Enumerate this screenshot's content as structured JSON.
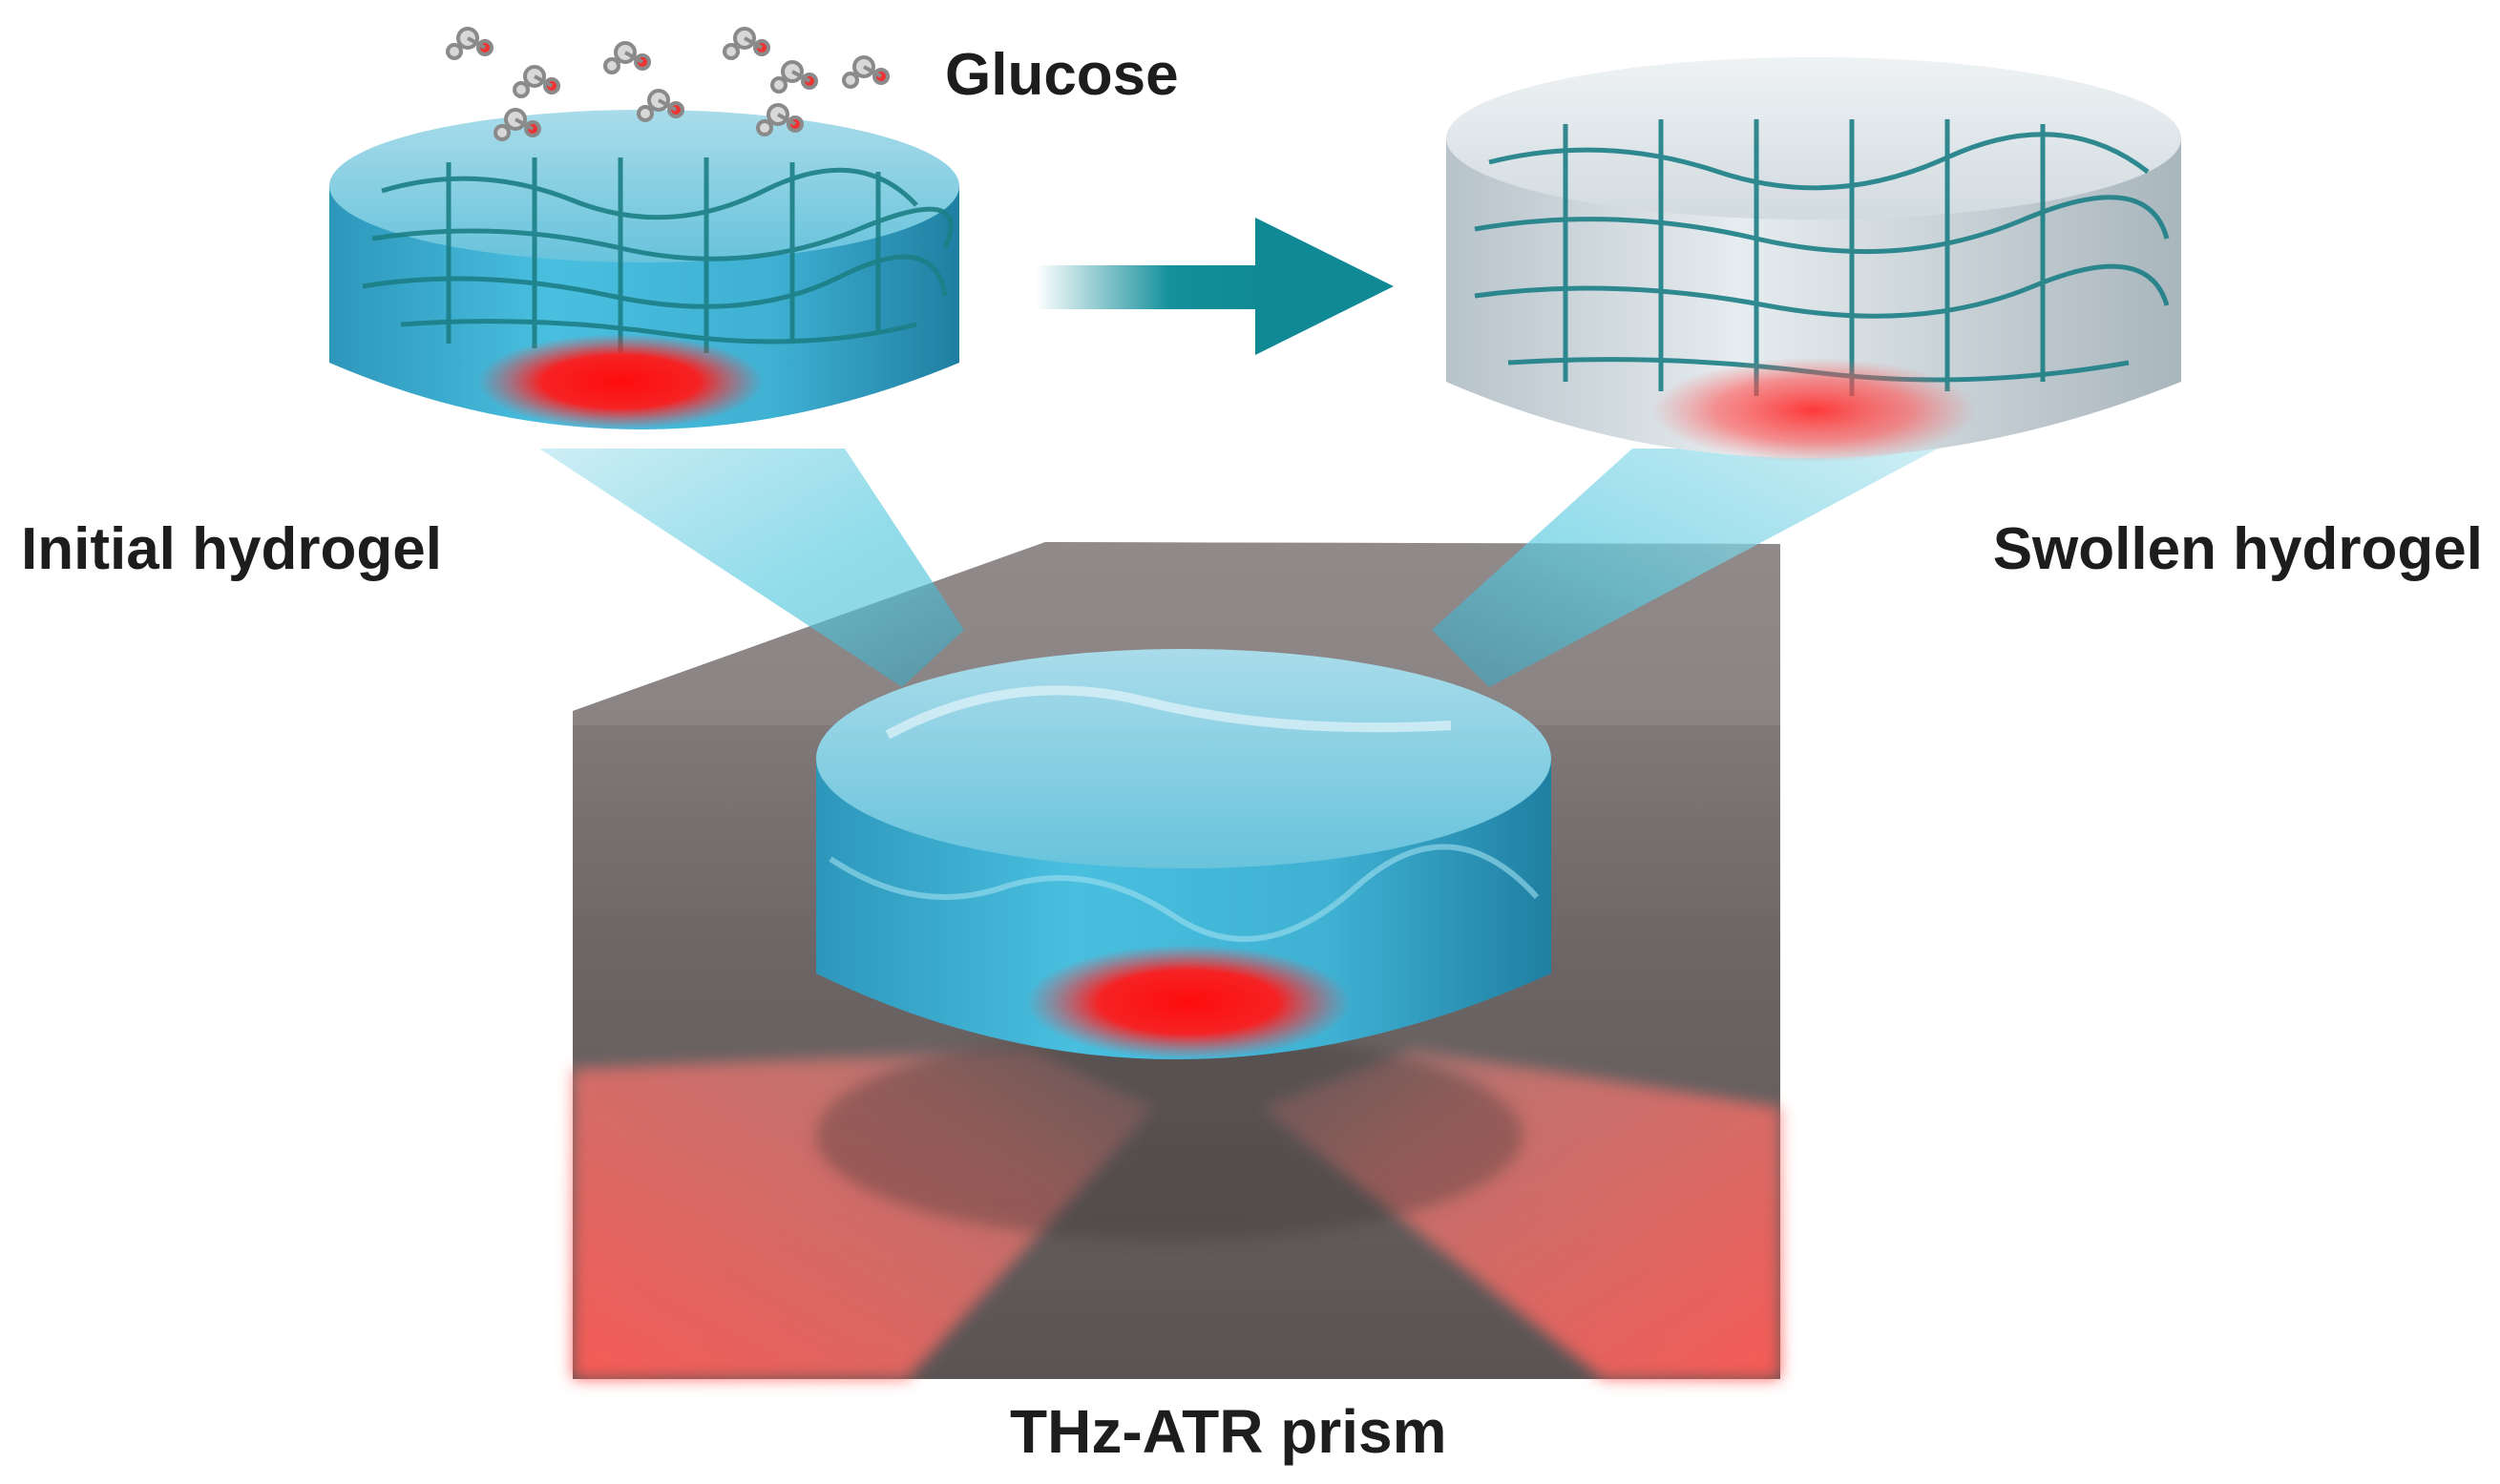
{
  "labels": {
    "glucose": "Glucose",
    "initial": "Initial hydrogel",
    "swollen": "Swollen hydrogel",
    "prism": "THz-ATR prism"
  },
  "colors": {
    "hydrogel_blue": "#3fb3d6",
    "hydrogel_dark": "#1f86a8",
    "swollen_tint": "#dfe6ea",
    "network_teal": "#1c7f86",
    "arrow_teal": "#138e99",
    "hotspot_red": "#ff1a1a",
    "beam_red": "#ff5a55",
    "prism_grey": "#6e6767",
    "prism_top": "#8c8585"
  }
}
